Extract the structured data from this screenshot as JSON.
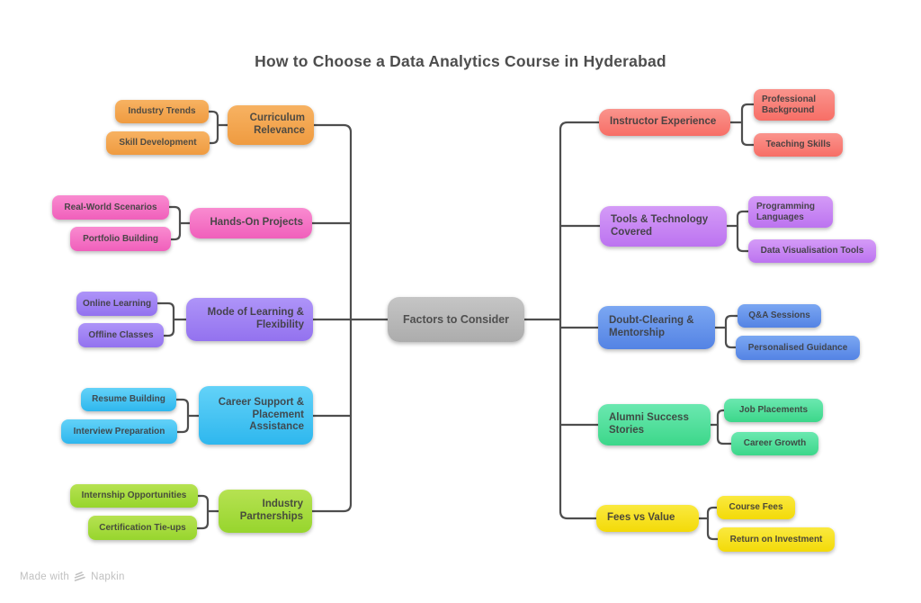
{
  "title": "How to Choose a Data Analytics Course in Hyderabad",
  "center": {
    "label": "Factors to Consider",
    "color": "gray"
  },
  "left_branches": [
    {
      "label": "Curriculum Relevance",
      "color": "orange",
      "children": [
        {
          "label": "Industry Trends"
        },
        {
          "label": "Skill Development"
        }
      ]
    },
    {
      "label": "Hands-On Projects",
      "color": "pink",
      "children": [
        {
          "label": "Real-World Scenarios"
        },
        {
          "label": "Portfolio Building"
        }
      ]
    },
    {
      "label": "Mode of Learning & Flexibility",
      "color": "purple",
      "children": [
        {
          "label": "Online Learning"
        },
        {
          "label": "Offline Classes"
        }
      ]
    },
    {
      "label": "Career Support & Placement Assistance",
      "color": "sky",
      "children": [
        {
          "label": "Resume Building"
        },
        {
          "label": "Interview Preparation"
        }
      ]
    },
    {
      "label": "Industry Partnerships",
      "color": "lime",
      "children": [
        {
          "label": "Internship Opportunities"
        },
        {
          "label": "Certification Tie-ups"
        }
      ]
    }
  ],
  "right_branches": [
    {
      "label": "Instructor Experience",
      "color": "salmon",
      "children": [
        {
          "label": "Professional Background"
        },
        {
          "label": "Teaching Skills"
        }
      ]
    },
    {
      "label": "Tools & Technology Covered",
      "color": "violet",
      "children": [
        {
          "label": "Programming Languages"
        },
        {
          "label": "Data Visualisation Tools"
        }
      ]
    },
    {
      "label": "Doubt-Clearing & Mentorship",
      "color": "blue",
      "children": [
        {
          "label": "Q&A Sessions"
        },
        {
          "label": "Personalised Guidance"
        }
      ]
    },
    {
      "label": "Alumni Success Stories",
      "color": "green",
      "children": [
        {
          "label": "Job Placements"
        },
        {
          "label": "Career Growth"
        }
      ]
    },
    {
      "label": "Fees vs Value",
      "color": "yellow",
      "children": [
        {
          "label": "Course Fees"
        },
        {
          "label": "Return on Investment"
        }
      ]
    }
  ],
  "palette": {
    "orange": {
      "top": "#F7B262",
      "bottom": "#EF9B40",
      "text": "#4f4a42"
    },
    "pink": {
      "top": "#F98BD0",
      "bottom": "#F05FBB",
      "text": "#4a4648"
    },
    "purple": {
      "top": "#AE94F8",
      "bottom": "#9372EF",
      "text": "#45424c"
    },
    "sky": {
      "top": "#63D2F8",
      "bottom": "#2EB7EE",
      "text": "#3f4a50"
    },
    "lime": {
      "top": "#B6E252",
      "bottom": "#97D52D",
      "text": "#474c3c"
    },
    "salmon": {
      "top": "#FA948D",
      "bottom": "#F76E66",
      "text": "#4c4242"
    },
    "violet": {
      "top": "#D49BF7",
      "bottom": "#BC73F0",
      "text": "#47424c"
    },
    "blue": {
      "top": "#7BA7F2",
      "bottom": "#5483E4",
      "text": "#40454f"
    },
    "green": {
      "top": "#6BE8B0",
      "bottom": "#3CD78A",
      "text": "#3e4b44"
    },
    "yellow": {
      "top": "#FAE93F",
      "bottom": "#F3DA08",
      "text": "#4c4838"
    },
    "gray": {
      "top": "#C5C5C5",
      "bottom": "#ACACAC",
      "text": "#4f4f4f"
    }
  },
  "connector_color": "#4e4e4e",
  "footer": {
    "made_with": "Made with",
    "brand": "Napkin",
    "logo_icon": "napkin-fan-icon"
  }
}
